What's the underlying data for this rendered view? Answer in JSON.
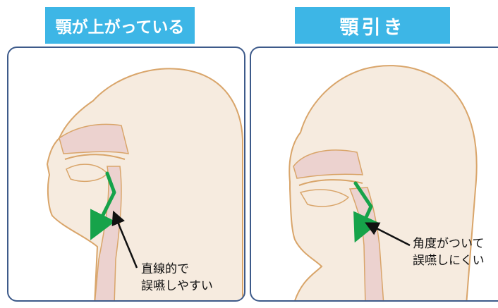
{
  "panels": [
    {
      "title": "顎が上がっている",
      "note_lines": [
        "直線的で",
        "誤嚥しやすい"
      ]
    },
    {
      "title": "顎引き",
      "note_lines": [
        "角度がついて",
        "誤嚥しにくい"
      ]
    }
  ],
  "colors": {
    "title_bg": "#3db6e6",
    "panel_border": "#3d5a8a",
    "head_fill": "#f6ebdf",
    "head_outline": "#d9a56a",
    "cavity_fill": "#ecd2cf",
    "flow_arrow": "#16a34a",
    "pointer_arrow": "#111111"
  }
}
